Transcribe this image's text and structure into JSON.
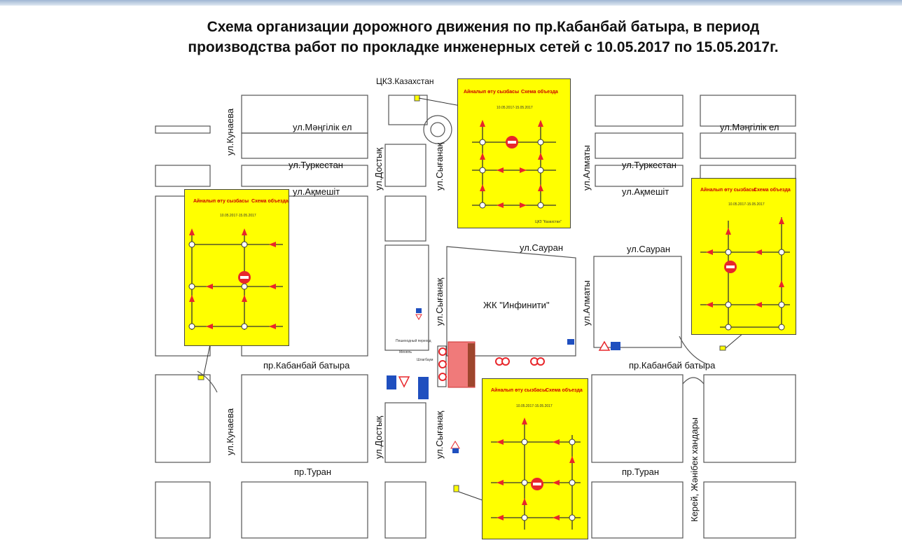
{
  "title": {
    "line1": "Схема организации дорожного движения по пр.Кабанбай батыра, в период",
    "line2": "производства работ по прокладке инженерных сетей с 10.05.2017 по 15.05.2017г."
  },
  "streets": {
    "mangilik_left": "ул.Мәңгілік ел",
    "mangilik_right": "ул.Мәңгілік ел",
    "turkestan_left": "ул.Туркестан",
    "turkestan_right": "ул.Туркестан",
    "akmeshit_left": "ул.Ақмешіт",
    "akmeshit_right": "ул.Ақмешіт",
    "sauran_mid": "ул.Сауран",
    "sauran_right": "ул.Сауран",
    "kabanbay_left": "пр.Кабанбай батыра",
    "kabanbay_right": "пр.Кабанбай батыра",
    "turan_left": "пр.Туран",
    "turan_right": "пр.Туран",
    "kunaeva_top": "ул.Кунаева",
    "kunaeva_bottom": "ул.Кунаева",
    "dostyk_top": "ул.Достық",
    "dostyk_bottom": "ул.Достық",
    "syganak_top": "ул.Сығанақ",
    "syganak_mid": "ул.Сығанақ",
    "syganak_bottom": "ул.Сығанақ",
    "almaty_top": "ул.Алматы",
    "almaty_mid": "ул.Алматы",
    "kerey": "Керей, Жәнібек хандары"
  },
  "landmarks": {
    "tskz": "ЦКЗ.Казахстан",
    "infiniti": "ЖК \"Инфинити\"",
    "small_label_1": "Пешеходный переход",
    "small_label_2": "Меняль",
    "small_label_3": "Шлагбаум"
  },
  "cards": {
    "detour_heading": "Айналып өту сызбасы",
    "scheme_heading": "Схема объезда",
    "dates": "10.05.2017-15.05.2017",
    "top": {
      "footer": "ЦКЗ \"Казахстан\""
    }
  },
  "colors": {
    "card_fill": "#ffff00",
    "arrow_red": "#e8262b",
    "work_zone": "#f07a7a",
    "sign_blue": "#1f4fbf"
  }
}
